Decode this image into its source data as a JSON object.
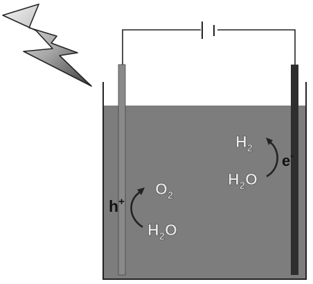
{
  "labels": {
    "h2_top": "H",
    "h2_top_sub": "2",
    "electron": "e",
    "electron_sup": "-",
    "h2o_right": "H",
    "h2o_right_sub": "2",
    "h2o_right_o": "O",
    "hole": "h",
    "hole_sup": "+",
    "o2": "O",
    "o2_sub": "2",
    "h2o_left": "H",
    "h2o_left_sub": "2",
    "h2o_left_o": "O"
  },
  "colors": {
    "electrolyte": "#7d7d7d",
    "photoanode": "#8a8a8a",
    "cathode": "#2e2e2e",
    "label_light": "#e9e9e9",
    "label_dark": "#111111",
    "arrow": "#222222",
    "wire": "#222222"
  },
  "icons": {
    "light": "lightning-bolt-icon",
    "battery": "battery-icon"
  }
}
